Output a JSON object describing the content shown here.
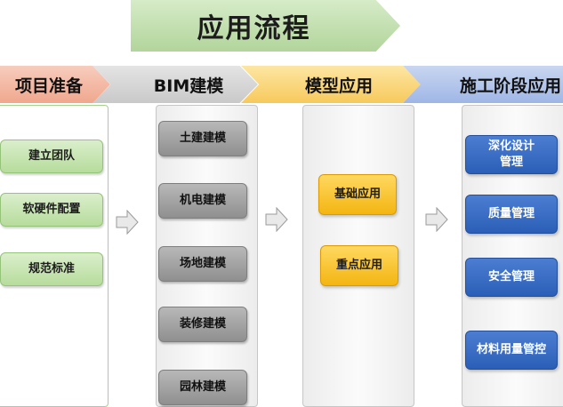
{
  "title": "应用流程",
  "phases": [
    {
      "label": "项目准备"
    },
    {
      "label": "BIM建模"
    },
    {
      "label": "模型应用"
    },
    {
      "label": "施工阶段应用"
    }
  ],
  "column1_items": [
    "建立团队",
    "软硬件配置",
    "规范标准"
  ],
  "column2_items": [
    "土建建模",
    "机电建模",
    "场地建模",
    "装修建模",
    "园林建模"
  ],
  "column3_items": [
    "基础应用",
    "重点应用"
  ],
  "column4_items": [
    "深化设计\n管理",
    "质量管理",
    "安全管理",
    "材料用量管控"
  ],
  "colors": {
    "title_green": "#b2d59b",
    "phase1_salmon": "#f0a78e",
    "phase2_gray": "#c9c9c9",
    "phase3_yellow": "#f7c95c",
    "phase4_blue": "#9fb6e6",
    "item_green": "#b7dc9c",
    "item_gray": "#8f8f8f",
    "item_yellow": "#f3b512",
    "item_blue": "#2b5eb6"
  }
}
